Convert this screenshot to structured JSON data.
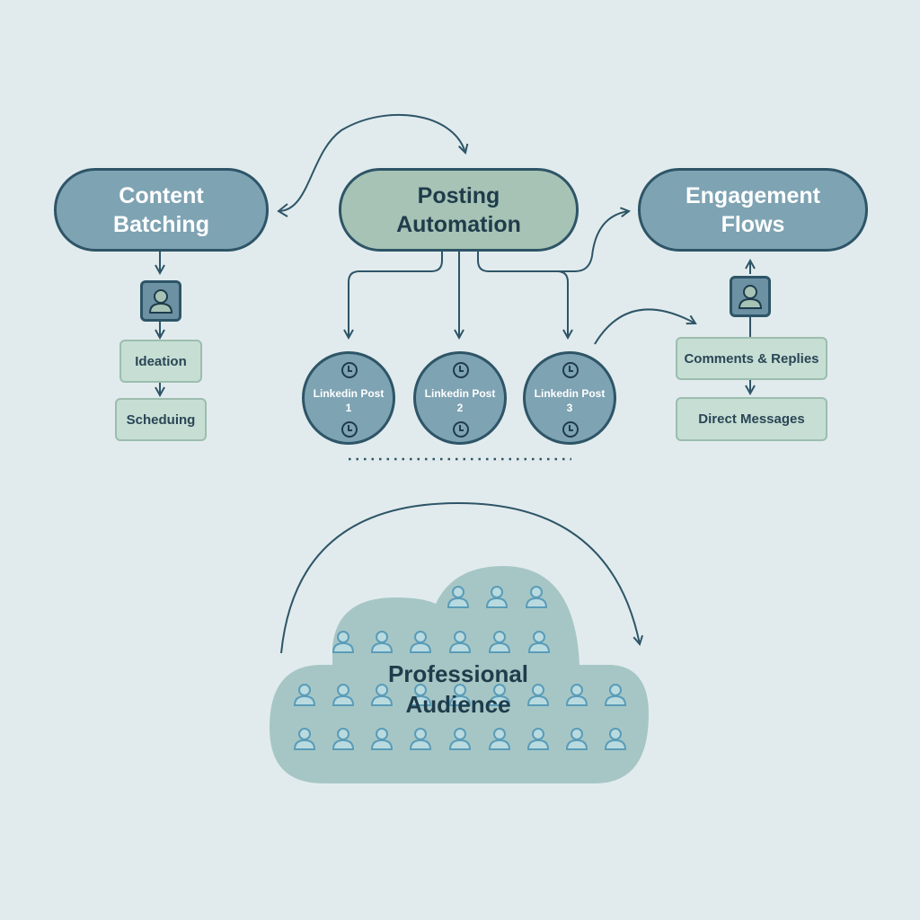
{
  "diagram": {
    "nodes": {
      "content_batching": {
        "line1": "Content",
        "line2": "Batching"
      },
      "posting_automation": {
        "line1": "Posting",
        "line2": "Automation"
      },
      "engagement_flows": {
        "line1": "Engagement",
        "line2": "Flows"
      }
    },
    "content_steps": [
      "Ideation",
      "Scheduing"
    ],
    "posts": [
      {
        "title": "Linkedin Post",
        "number": "1"
      },
      {
        "title": "Linkedin Post",
        "number": "2"
      },
      {
        "title": "Linkedin Post",
        "number": "3"
      }
    ],
    "engagement_steps": [
      "Comments & Replies",
      "Direct Messages"
    ],
    "audience": {
      "line1": "Professional",
      "line2": "Audience",
      "people_count": 27
    },
    "icons": {
      "user": "user-icon",
      "clock": "clock-icon",
      "arrow": "arrow-icon",
      "cloud": "cloud-shape"
    },
    "colors": {
      "background": "#e1ebed",
      "stroke": "#2e5567",
      "blue_node": "#7ea3b3",
      "green_node": "#a7c3b5",
      "step_fill": "#c6ded4",
      "cloud_fill": "#a6c6c5",
      "person_icon": "#5a9cb8"
    }
  }
}
